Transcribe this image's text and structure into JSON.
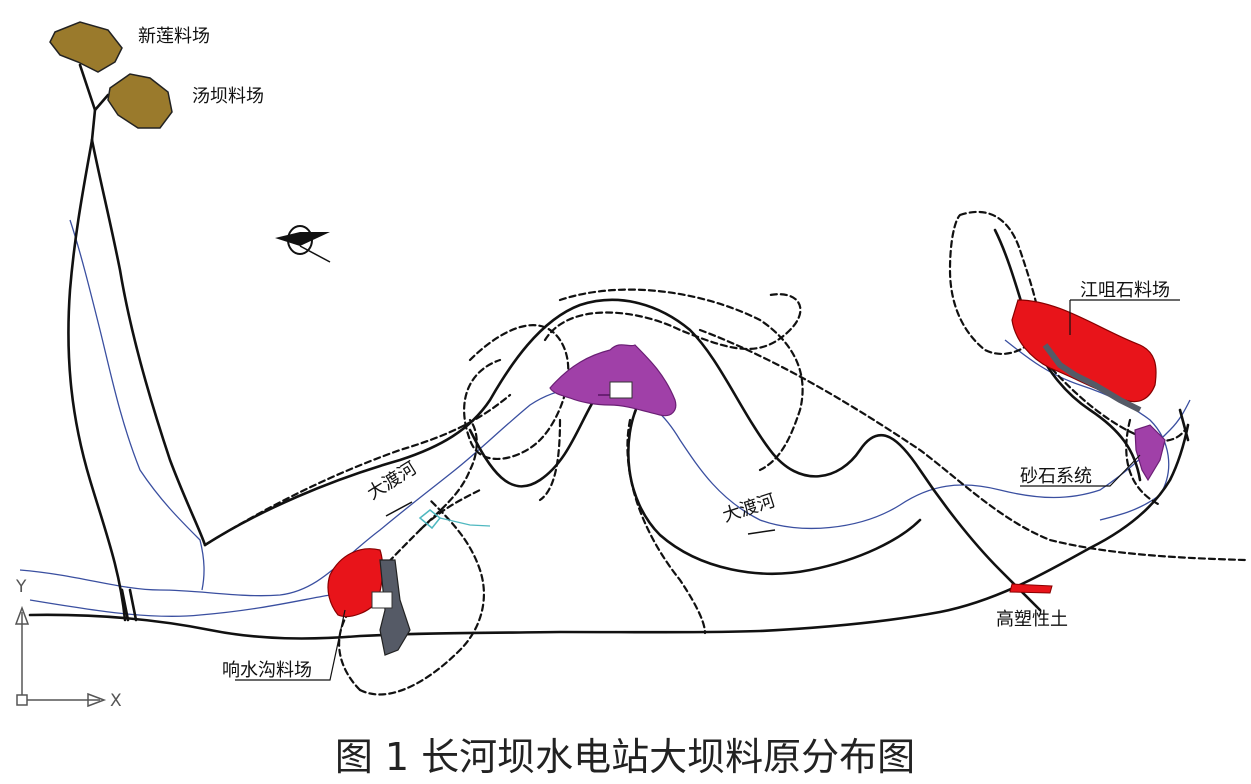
{
  "figure": {
    "caption": "图 1 长河坝水电站大坝料原分布图"
  },
  "labels": {
    "xinlian": "新莲料场",
    "tangba": "汤坝料场",
    "jiangjuishi": "江咀石料场",
    "shashi": "砂石系统",
    "dadu_upper": "大渡河",
    "dadu_lower": "大渡河",
    "gaosuxingtu": "高塑性土",
    "xiangshuigou": "响水沟料场"
  },
  "axes": {
    "x": "X",
    "y": "Y"
  },
  "colors": {
    "borrow_brown": "#9a7a2c",
    "clay_red": "#e8141a",
    "dam_purple": "#a040a8",
    "river_blue": "#3a4fa0",
    "road_black": "#111111",
    "structure_gray": "#555a66"
  },
  "icons": {
    "north_arrow": "compass-north-arrow-icon"
  }
}
